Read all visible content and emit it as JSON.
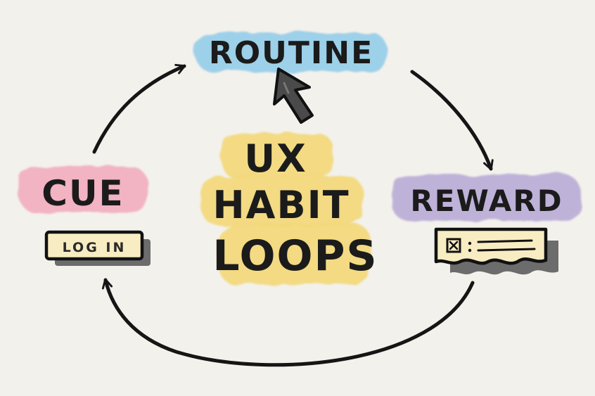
{
  "diagram": {
    "center_title": [
      "UX",
      "HABIT",
      "LOOPS"
    ],
    "nodes": {
      "routine": {
        "label": "ROUTINE",
        "color": "#8fcbe9"
      },
      "cue": {
        "label": "CUE",
        "color": "#f2a9bd"
      },
      "reward": {
        "label": "REWARD",
        "color": "#b7a8d6"
      }
    },
    "center_color": "#f3d56a",
    "cue_button_label": "LOG IN",
    "reward_card_icon": "checkbox-icon",
    "pointer_icon": "cursor-arrow-icon"
  }
}
